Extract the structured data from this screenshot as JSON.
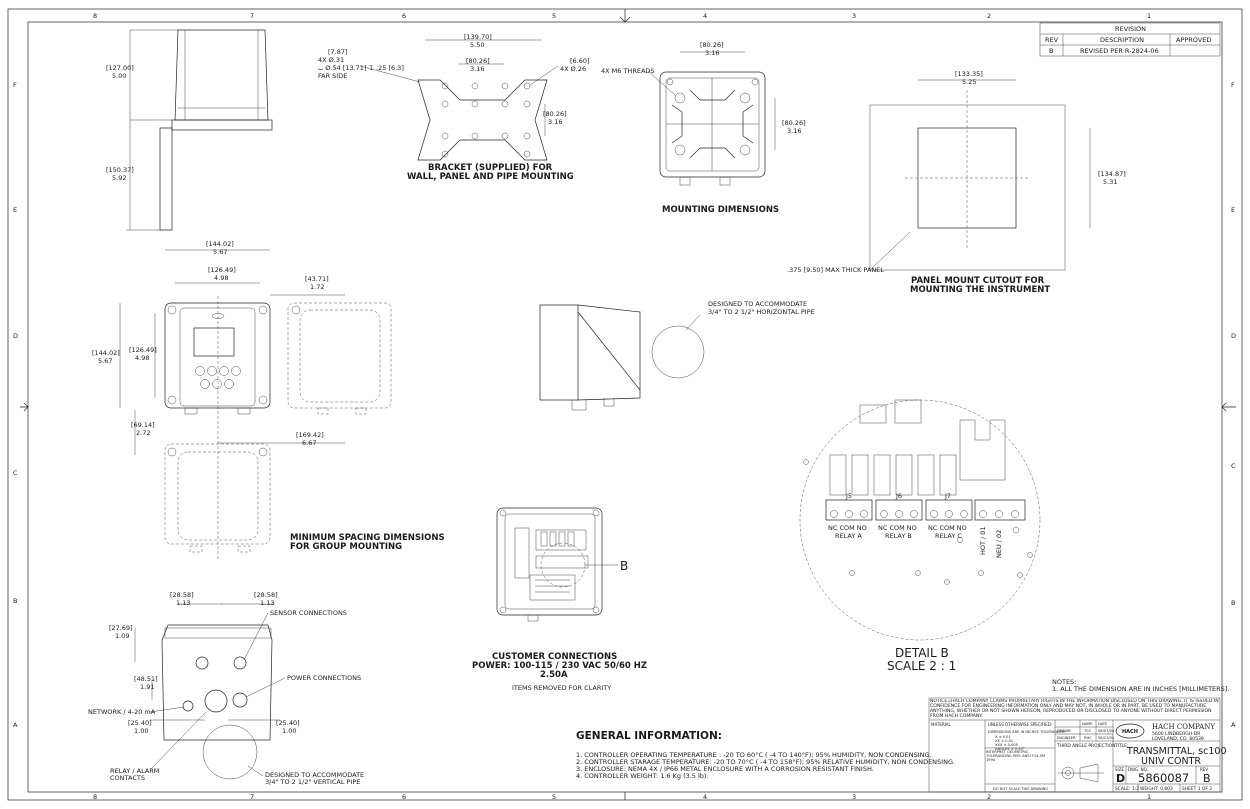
{
  "border": {
    "zones_top": [
      "8",
      "7",
      "6",
      "5",
      "4",
      "3",
      "2",
      "1"
    ],
    "zones_side": [
      "F",
      "E",
      "D",
      "C",
      "B",
      "A"
    ]
  },
  "revision": {
    "title": "REVISION",
    "headers": [
      "REV",
      "DESCRIPTION",
      "APPROVED"
    ],
    "row": {
      "rev": "B",
      "description": "REVISED PER R-2824-06",
      "approved": ""
    }
  },
  "views": {
    "side_view": {
      "dim_width_mm": "[127.00]",
      "dim_width_in": "5.00",
      "dim_height_mm": "[150.37]",
      "dim_height_in": "5.92"
    },
    "bracket": {
      "holes_note_1": "4X  Ø.31",
      "holes_note_1_mm": "[7.87]",
      "holes_note_2": "⌴ Ø.54 [13.71] ↧ .25 [6.3]",
      "holes_note_3": "FAR SIDE",
      "dim_top_mm": "[139.70]",
      "dim_top_in": "5.50",
      "dim_inner_mm": "[80.26]",
      "dim_inner_in": "3.16",
      "dim_right_mm": "[80.26]",
      "dim_right_in": "3.16",
      "slot_mm": "[6.60]",
      "slot_in": "4X  Ø.26",
      "caption_1": "BRACKET (SUPPLIED) FOR",
      "caption_2": "WALL, PANEL AND PIPE MOUNTING"
    },
    "mounting": {
      "threads": "4X M6 THREADS",
      "dim_top_mm": "[80.26]",
      "dim_top_in": "3.16",
      "dim_right_mm": "[80.26]",
      "dim_right_in": "3.16",
      "caption": "MOUNTING DIMENSIONS"
    },
    "panel_cutout": {
      "dim_top_mm": "[133.35]",
      "dim_top_in": "5.25",
      "dim_right_mm": "[134.87]",
      "dim_right_in": "5.31",
      "panel_note": ".375 [9.50] MAX THICK PANEL",
      "caption_1": "PANEL MOUNT CUTOUT FOR",
      "caption_2": "MOUNTING THE INSTRUMENT"
    },
    "front": {
      "dim_w1_mm": "[144.02]",
      "dim_w1_in": "5.67",
      "dim_w2_mm": "[126.49]",
      "dim_w2_in": "4.98",
      "dim_h1_mm": "[144.02]",
      "dim_h1_in": "5.67",
      "dim_h2_mm": "[126.49]",
      "dim_h2_in": "4.98",
      "dim_gap_mm": "[43.71]",
      "dim_gap_in": "1.72",
      "dim_v_mm": "[69.14]",
      "dim_v_in": "2.72",
      "dim_pitch_mm": "[169.42]",
      "dim_pitch_in": "6.67",
      "caption_1": "MINIMUM SPACING DIMENSIONS",
      "caption_2": "FOR GROUP MOUNTING"
    },
    "pipe_side": {
      "note_1": "DESIGNED TO ACCOMMODATE",
      "note_2": "3/4\" TO 2 1/2\" HORIZONTAL PIPE"
    },
    "bottom": {
      "d1_mm": "[28.58]",
      "d1_in": "1.13",
      "d2_mm": "[28.58]",
      "d2_in": "1.13",
      "d3_mm": "[27.69]",
      "d3_in": "1.09",
      "d4_mm": "[48.51]",
      "d4_in": "1.91",
      "d5_mm": "[25.40]",
      "d5_in": "1.00",
      "d6_mm": "[25.40]",
      "d6_in": "1.00",
      "sensor": "SENSOR CONNECTIONS",
      "power": "POWER CONNECTIONS",
      "network": "NETWORK / 4-20 mA",
      "relay_1": "RELAY / ALARM",
      "relay_2": "CONTACTS",
      "pipe_1": "DESIGNED TO ACCOMMODATE",
      "pipe_2": "3/4\" TO 2 1/2\" VERTICAL PIPE"
    },
    "customer": {
      "detail_callout": "B",
      "caption_1": "CUSTOMER CONNECTIONS",
      "caption_2": "POWER: 100-115 / 230 VAC 50/60 HZ",
      "caption_3": "2.50A",
      "note": "ITEMS REMOVED FOR CLARITY"
    },
    "detail": {
      "j5": "J5",
      "j6": "J6",
      "j7": "J7",
      "terms_a": "NC  COM  NO",
      "terms_b": "NC  COM  NO",
      "terms_c": "NC  COM  NO",
      "relay_a": "RELAY A",
      "relay_b": "RELAY B",
      "relay_c": "RELAY C",
      "hot": "HOT / 01",
      "neu": "NEU / 02",
      "title_1": "DETAIL B",
      "title_2": "SCALE 2 : 1"
    }
  },
  "general": {
    "title": "GENERAL INFORMATION:",
    "items": [
      "1.    CONTROLLER OPERATING TEMPERATURE : -20 TO 60°C ( -4 TO 140°F); 95% HUMIDITY, NON CONDENSING.",
      "2.    CONTROLLER STARAGE TEMPERATURE: -20 TO 70°C ( -4 TO 158°F); 95% RELATIVE HUMIDITY, NON CONDENSING.",
      "3.    ENCLOSURE: NEMA 4X / IP66 METAL ENCLOSURE WITH A CORROSION RESISTANT FINISH.",
      "4.    CONTROLLER WEIGHT: 1.6 Kg (3.5 lb)."
    ]
  },
  "notes": {
    "title": "NOTES:",
    "item": "1.     ALL THE DIMENSION ARE IN INCHES [MILLIMETERS]."
  },
  "title_block": {
    "proprietary": "NOTICE=HACH COMPANY CLAIMS PROPRIETARY RIGHTS IN THE INFORMATION DISCLOSED ON THIS DRAWING. IT IS ISSUED IN CONFIDENCE FOR ENGINEERING INFORMATION ONLY AND MAY NOT, IN WHOLE OR IN PART, BE USED TO MANUFACTURE ANYTHING, WHETHER OR NOT SHOWN HEREON, REPRODUCED OR DISCLOSED TO ANYONE WITHOUT DIRECT PERMISSION FROM HACH COMPANY.",
    "unless": "UNLESS OTHERWISE SPECIFIED:",
    "name": "NAME",
    "date": "DATE",
    "drawn": "DRAWN",
    "drawn_name": "TCS",
    "drawn_date": "08/07/04",
    "engineer": "ENGINEER",
    "eng_name": "RHC",
    "eng_date": "08/21/04",
    "material": "MATERIAL",
    "tolerances": "DIMENSIONS ARE IN INCHES TOLERANCES:",
    "tol_x": "X     ± 0.01",
    "tol_xx": "XX    ± 0.01",
    "tol_xxx": "XXX   ± 0.005",
    "tol_ang": "ANGLES ± 0.50°",
    "geom": "INTERPRET GEOMETRIC TOLERANCING PER: ANSI Y14.5M 1994",
    "projection": "THIRD ANGLE PROJECTION",
    "noscale": "DO NOT SCALE THIS DRAWING",
    "logo": "HACH",
    "company": "HACH COMPANY",
    "addr_1": "5600 LINDBERGH DR",
    "addr_2": "LOVELAND, CO. 80539",
    "title_label": "TITLE:",
    "title_1": "TRANSMITTAL, sc100",
    "title_2": "UNIV CONTR",
    "size_label": "SIZE",
    "size": "D",
    "dwg_label": "DWG.  NO.",
    "dwg_no": "5860087",
    "rev_label": "REV",
    "rev": "B",
    "scale": "SCALE: 1:2",
    "weight": "WEIGHT: 0.803",
    "sheet": "SHEET 1 OF 2"
  }
}
